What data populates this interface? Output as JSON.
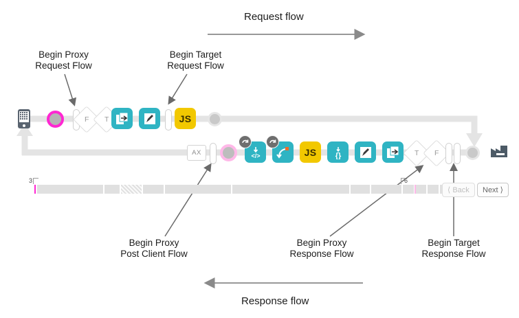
{
  "diagram": {
    "title_request": "Request flow",
    "title_response": "Response flow",
    "annotations": [
      {
        "id": "begin-proxy-request-flow",
        "line1": "Begin Proxy",
        "line2": "Request Flow"
      },
      {
        "id": "begin-target-request-flow",
        "line1": "Begin Target",
        "line2": "Request Flow"
      },
      {
        "id": "begin-proxy-post-client-flow",
        "line1": "Begin Proxy",
        "line2": "Post Client Flow"
      },
      {
        "id": "begin-proxy-response-flow",
        "line1": "Begin Proxy",
        "line2": "Response Flow"
      },
      {
        "id": "begin-target-response-flow",
        "line1": "Begin Target",
        "line2": "Response Flow"
      }
    ]
  },
  "colors": {
    "teal": "#2fb4c3",
    "yellow": "#f2c800",
    "magenta": "#ff27d2",
    "pink": "#ffb8e8",
    "rail": "#e4e4e4",
    "arrow": "#8a8a8a",
    "factory": "#4c5a66"
  },
  "request_row": {
    "name": "request-flow-row",
    "client_icon": "mobile-phone-icon",
    "nodes": [
      {
        "kind": "ring",
        "variant": "magenta",
        "name": "flow-start-marker"
      },
      {
        "kind": "capsule",
        "name": "flow-hook-capsule"
      },
      {
        "kind": "diamond",
        "label": "F",
        "name": "condition-false-diamond"
      },
      {
        "kind": "diamond",
        "label": "T",
        "name": "condition-true-diamond"
      },
      {
        "kind": "square",
        "color": "teal",
        "icon": "share-policy-icon",
        "name": "assign-message-policy"
      },
      {
        "kind": "square",
        "color": "teal",
        "icon": "pencil-policy-icon",
        "name": "edit-policy"
      },
      {
        "kind": "capsule",
        "name": "flow-hook-capsule-2"
      },
      {
        "kind": "square",
        "color": "yellow",
        "icon": "js-policy-icon",
        "label": "JS",
        "name": "javascript-policy"
      },
      {
        "kind": "ring",
        "variant": "grey",
        "name": "flow-end-marker"
      }
    ],
    "target_icon": "target-endpoint-icon"
  },
  "response_row": {
    "name": "response-flow-row",
    "ax_label": "AX",
    "nodes": [
      {
        "kind": "axbox",
        "label": "AX",
        "name": "analytics-policy"
      },
      {
        "kind": "capsule",
        "name": "post-client-capsule"
      },
      {
        "kind": "ring",
        "variant": "pink",
        "name": "post-client-marker"
      },
      {
        "kind": "square",
        "color": "teal",
        "icon": "code-policy-icon",
        "label": "</>",
        "badge": "fault-rule-badge",
        "name": "xml-payload-policy"
      },
      {
        "kind": "square",
        "color": "teal",
        "icon": "route-policy-icon",
        "badge": "fault-rule-badge",
        "name": "route-policy"
      },
      {
        "kind": "square",
        "color": "yellow",
        "icon": "js-policy-icon",
        "label": "JS",
        "name": "javascript-response-policy"
      },
      {
        "kind": "square",
        "color": "teal",
        "icon": "json-policy-icon",
        "label": "{}",
        "name": "json-payload-policy"
      },
      {
        "kind": "square",
        "color": "teal",
        "icon": "pencil-policy-icon",
        "name": "edit-response-policy"
      },
      {
        "kind": "square",
        "color": "teal",
        "icon": "share-policy-icon",
        "name": "assign-response-policy"
      },
      {
        "kind": "diamond",
        "label": "T",
        "name": "condition-true-diamond-2"
      },
      {
        "kind": "diamond",
        "label": "F",
        "name": "condition-false-diamond-2"
      },
      {
        "kind": "capsule",
        "name": "response-hook-capsule-a"
      },
      {
        "kind": "capsule",
        "name": "response-hook-capsule-b"
      },
      {
        "kind": "ring",
        "variant": "grey",
        "name": "response-start-marker"
      }
    ]
  },
  "timeline": {
    "name": "timeline-scrubber",
    "start_label": "3",
    "end_label": "6",
    "segments": [
      {
        "w": 96,
        "style": "plain"
      },
      {
        "w": 22,
        "style": "plain"
      },
      {
        "w": 30,
        "style": "hatched"
      },
      {
        "w": 30,
        "style": "plain"
      },
      {
        "w": 96,
        "style": "plain"
      },
      {
        "w": 170,
        "style": "plain"
      },
      {
        "w": 28,
        "style": "plain"
      },
      {
        "w": 44,
        "style": "plain"
      },
      {
        "w": 16,
        "style": "plain"
      },
      {
        "w": 16,
        "style": "plain"
      },
      {
        "w": 16,
        "style": "plain"
      },
      {
        "w": 20,
        "style": "plain"
      }
    ]
  },
  "nav": {
    "back_label": "⟨ Back",
    "next_label": "Next ⟩"
  }
}
